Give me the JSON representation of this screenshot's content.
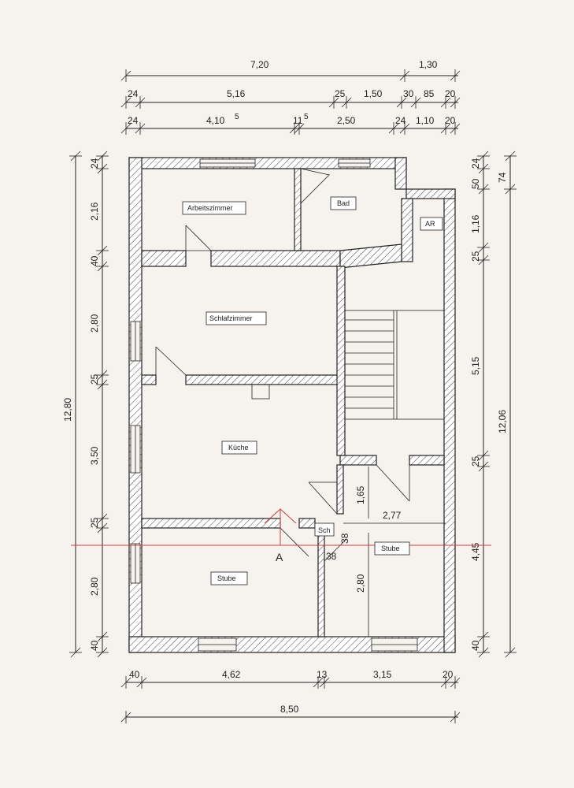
{
  "dimensions_top": {
    "row1": [
      "7,20",
      "1,30"
    ],
    "row2": [
      "24",
      "5,16",
      "25",
      "1,50",
      "30",
      "85",
      "20"
    ],
    "row3_a": "24",
    "row3_b": "4,10",
    "row3_b_sup": "5",
    "row3_c": "11",
    "row3_c_sup": "5",
    "row3_d": "2,50",
    "row3_e": "24",
    "row3_f": "1,10",
    "row3_g": "20"
  },
  "dimensions_left": {
    "outer": "12,80",
    "segments": [
      "24",
      "2,16",
      "40",
      "2,80",
      "25",
      "3,50",
      "25",
      "2,80",
      "40"
    ]
  },
  "dimensions_right": {
    "inner": [
      "24",
      "50",
      "1,16",
      "25",
      "5,15",
      "25",
      "4,45",
      "40"
    ],
    "outer_top": "74",
    "outer_total": "12,06"
  },
  "dimensions_bottom": {
    "row1": [
      "40",
      "4,62",
      "13",
      "3,15",
      "20"
    ],
    "row2": "8,50"
  },
  "dimensions_inner": {
    "stair_165": "1,65",
    "width_277": "2,77",
    "stube_280": "2,80",
    "d38a": "38",
    "d38b": "38"
  },
  "rooms": {
    "arbeitszimmer": "Arbeitszimmer",
    "bad": "Bad",
    "ar": "AR",
    "schlafzimmer": "Schlafzimmer",
    "kueche": "Küche",
    "stube_left": "Stube",
    "stube_right": "Stube",
    "schacht": "Sch"
  },
  "section_marker": "A"
}
